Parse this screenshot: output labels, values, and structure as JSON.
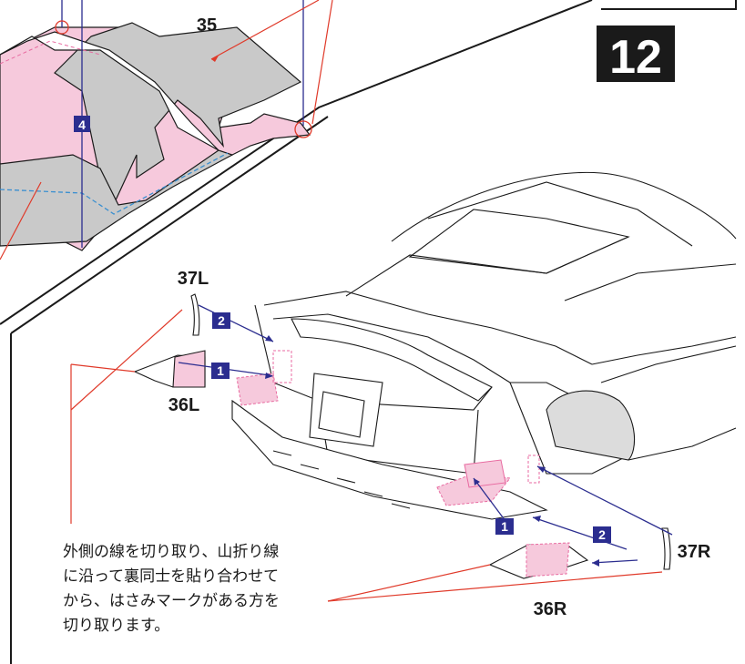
{
  "stage": {
    "number": "12"
  },
  "parts": {
    "p35": "35",
    "p37L": "37L",
    "p36L": "36L",
    "p37R": "37R",
    "p36R": "36R"
  },
  "steps": {
    "s1_left": "1",
    "s2_left": "2",
    "s4": "4",
    "s1_right": "1",
    "s2_right": "2"
  },
  "instruction": {
    "lines": [
      "外側の線を切り取り、山折り線",
      "に沿って裏同士を貼り合わせて",
      "から、はさみマークがある方を",
      "切り取ります。"
    ]
  },
  "colors": {
    "step_badge": "#2b2d8f",
    "callout_red": "#e03a2a",
    "leader_blue": "#2b2d8f",
    "fill_pink": "#f6c9dc",
    "fill_gray": "#c9c9c9",
    "fold_blue": "#3a8fd0"
  }
}
